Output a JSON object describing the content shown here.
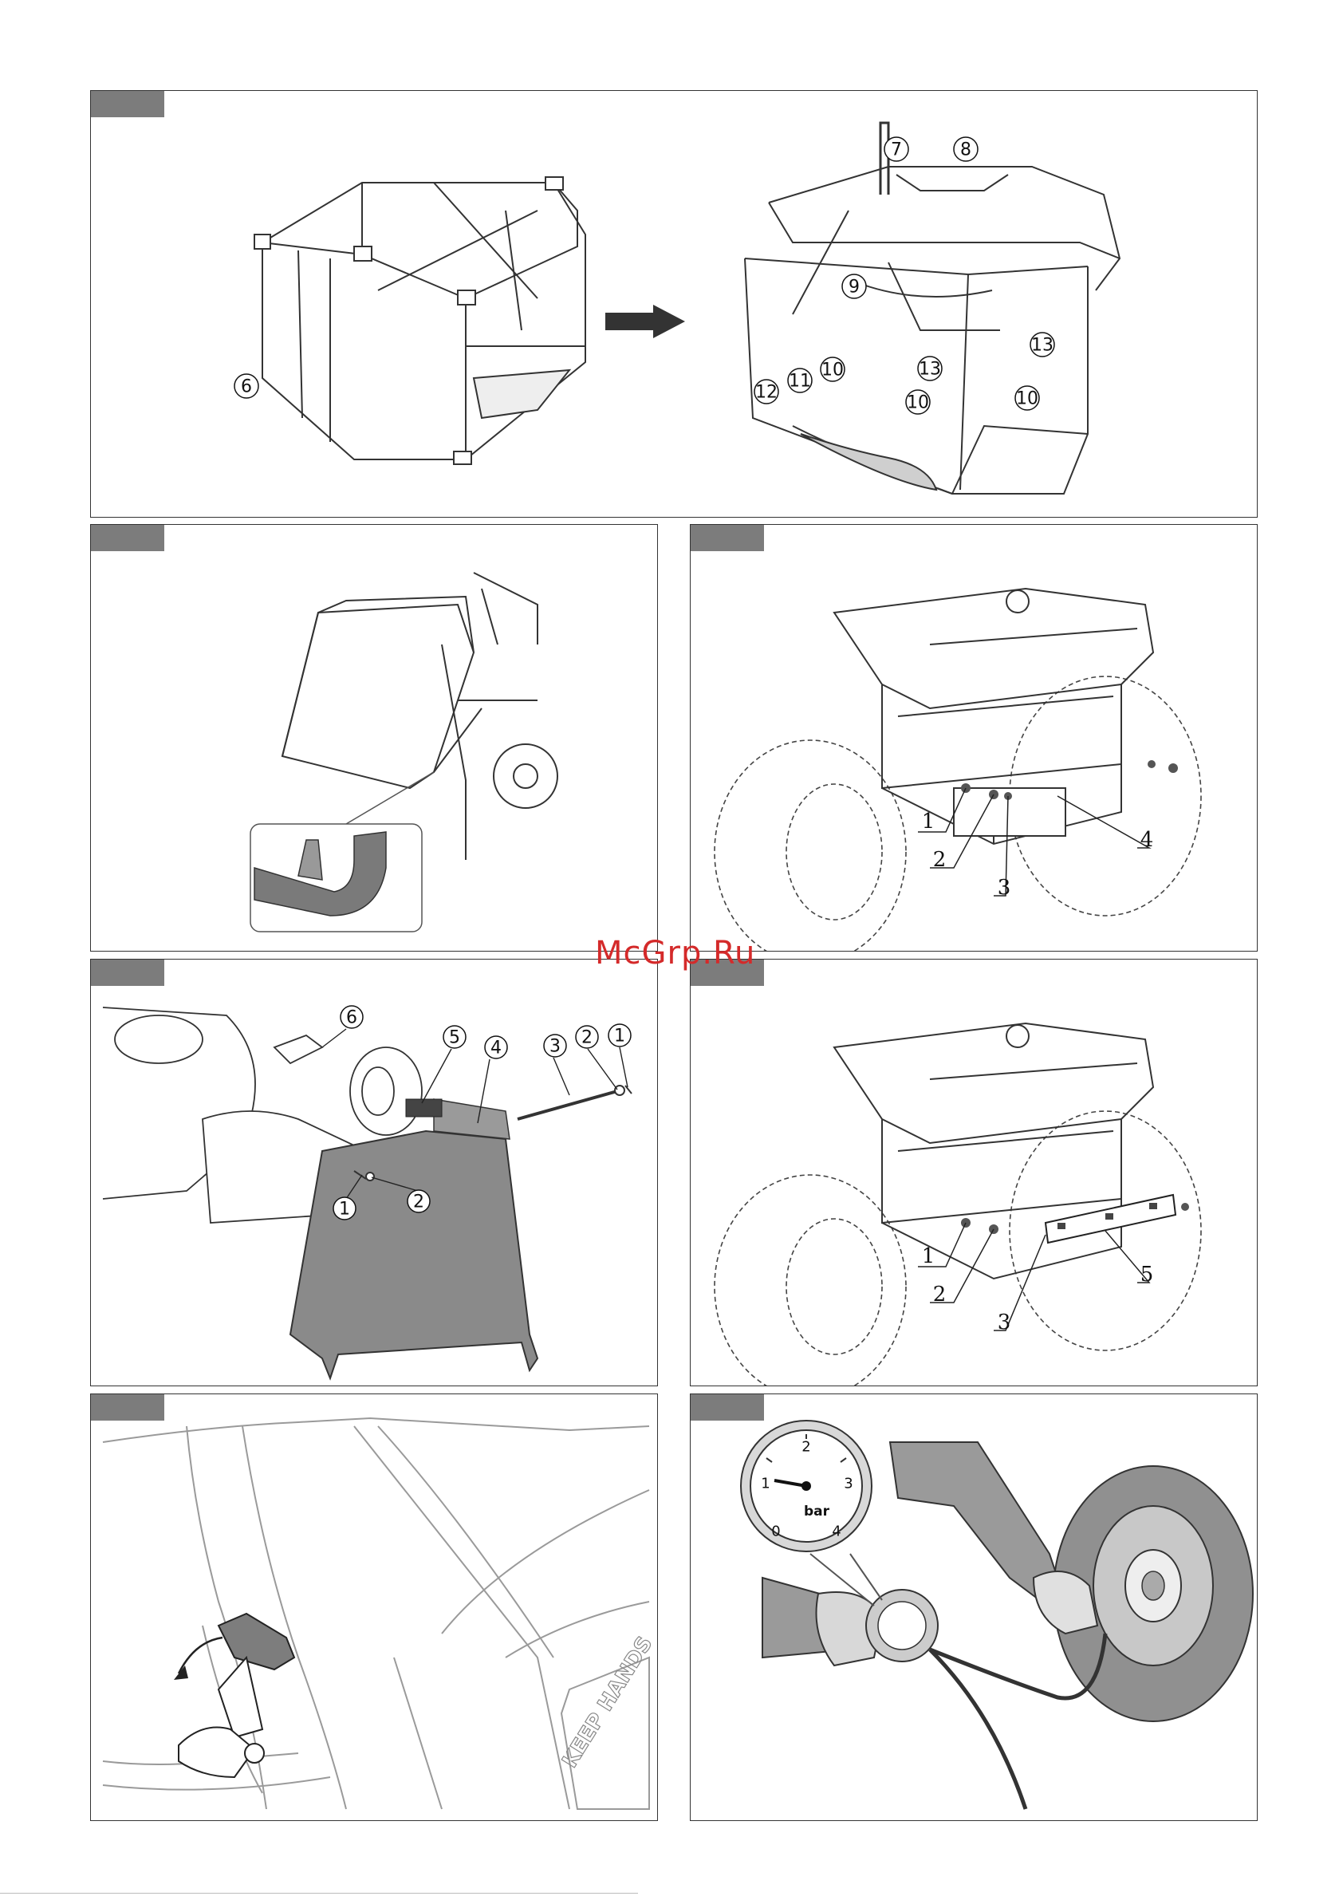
{
  "watermark": "McGrp.Ru",
  "panel1": {
    "labels": [
      "6",
      "7",
      "8",
      "9",
      "10",
      "10",
      "10",
      "11",
      "12",
      "13",
      "13"
    ]
  },
  "panel3": {
    "labels": [
      "1",
      "2",
      "3",
      "4"
    ]
  },
  "panel4": {
    "labels": [
      "6",
      "5",
      "4",
      "3",
      "2",
      "1",
      "1",
      "2"
    ]
  },
  "panel5": {
    "labels": [
      "1",
      "2",
      "3",
      "5"
    ]
  },
  "panel6": {
    "sticker_text": "KEEP HANDS"
  },
  "panel7": {
    "gauge_ticks": [
      "0",
      "1",
      "2",
      "3",
      "4"
    ],
    "gauge_unit": "bar"
  },
  "colors": {
    "tab": "#7c7c7c",
    "watermark": "#d42a2a",
    "chute": "#8a8a8a",
    "tire": "#909090"
  }
}
